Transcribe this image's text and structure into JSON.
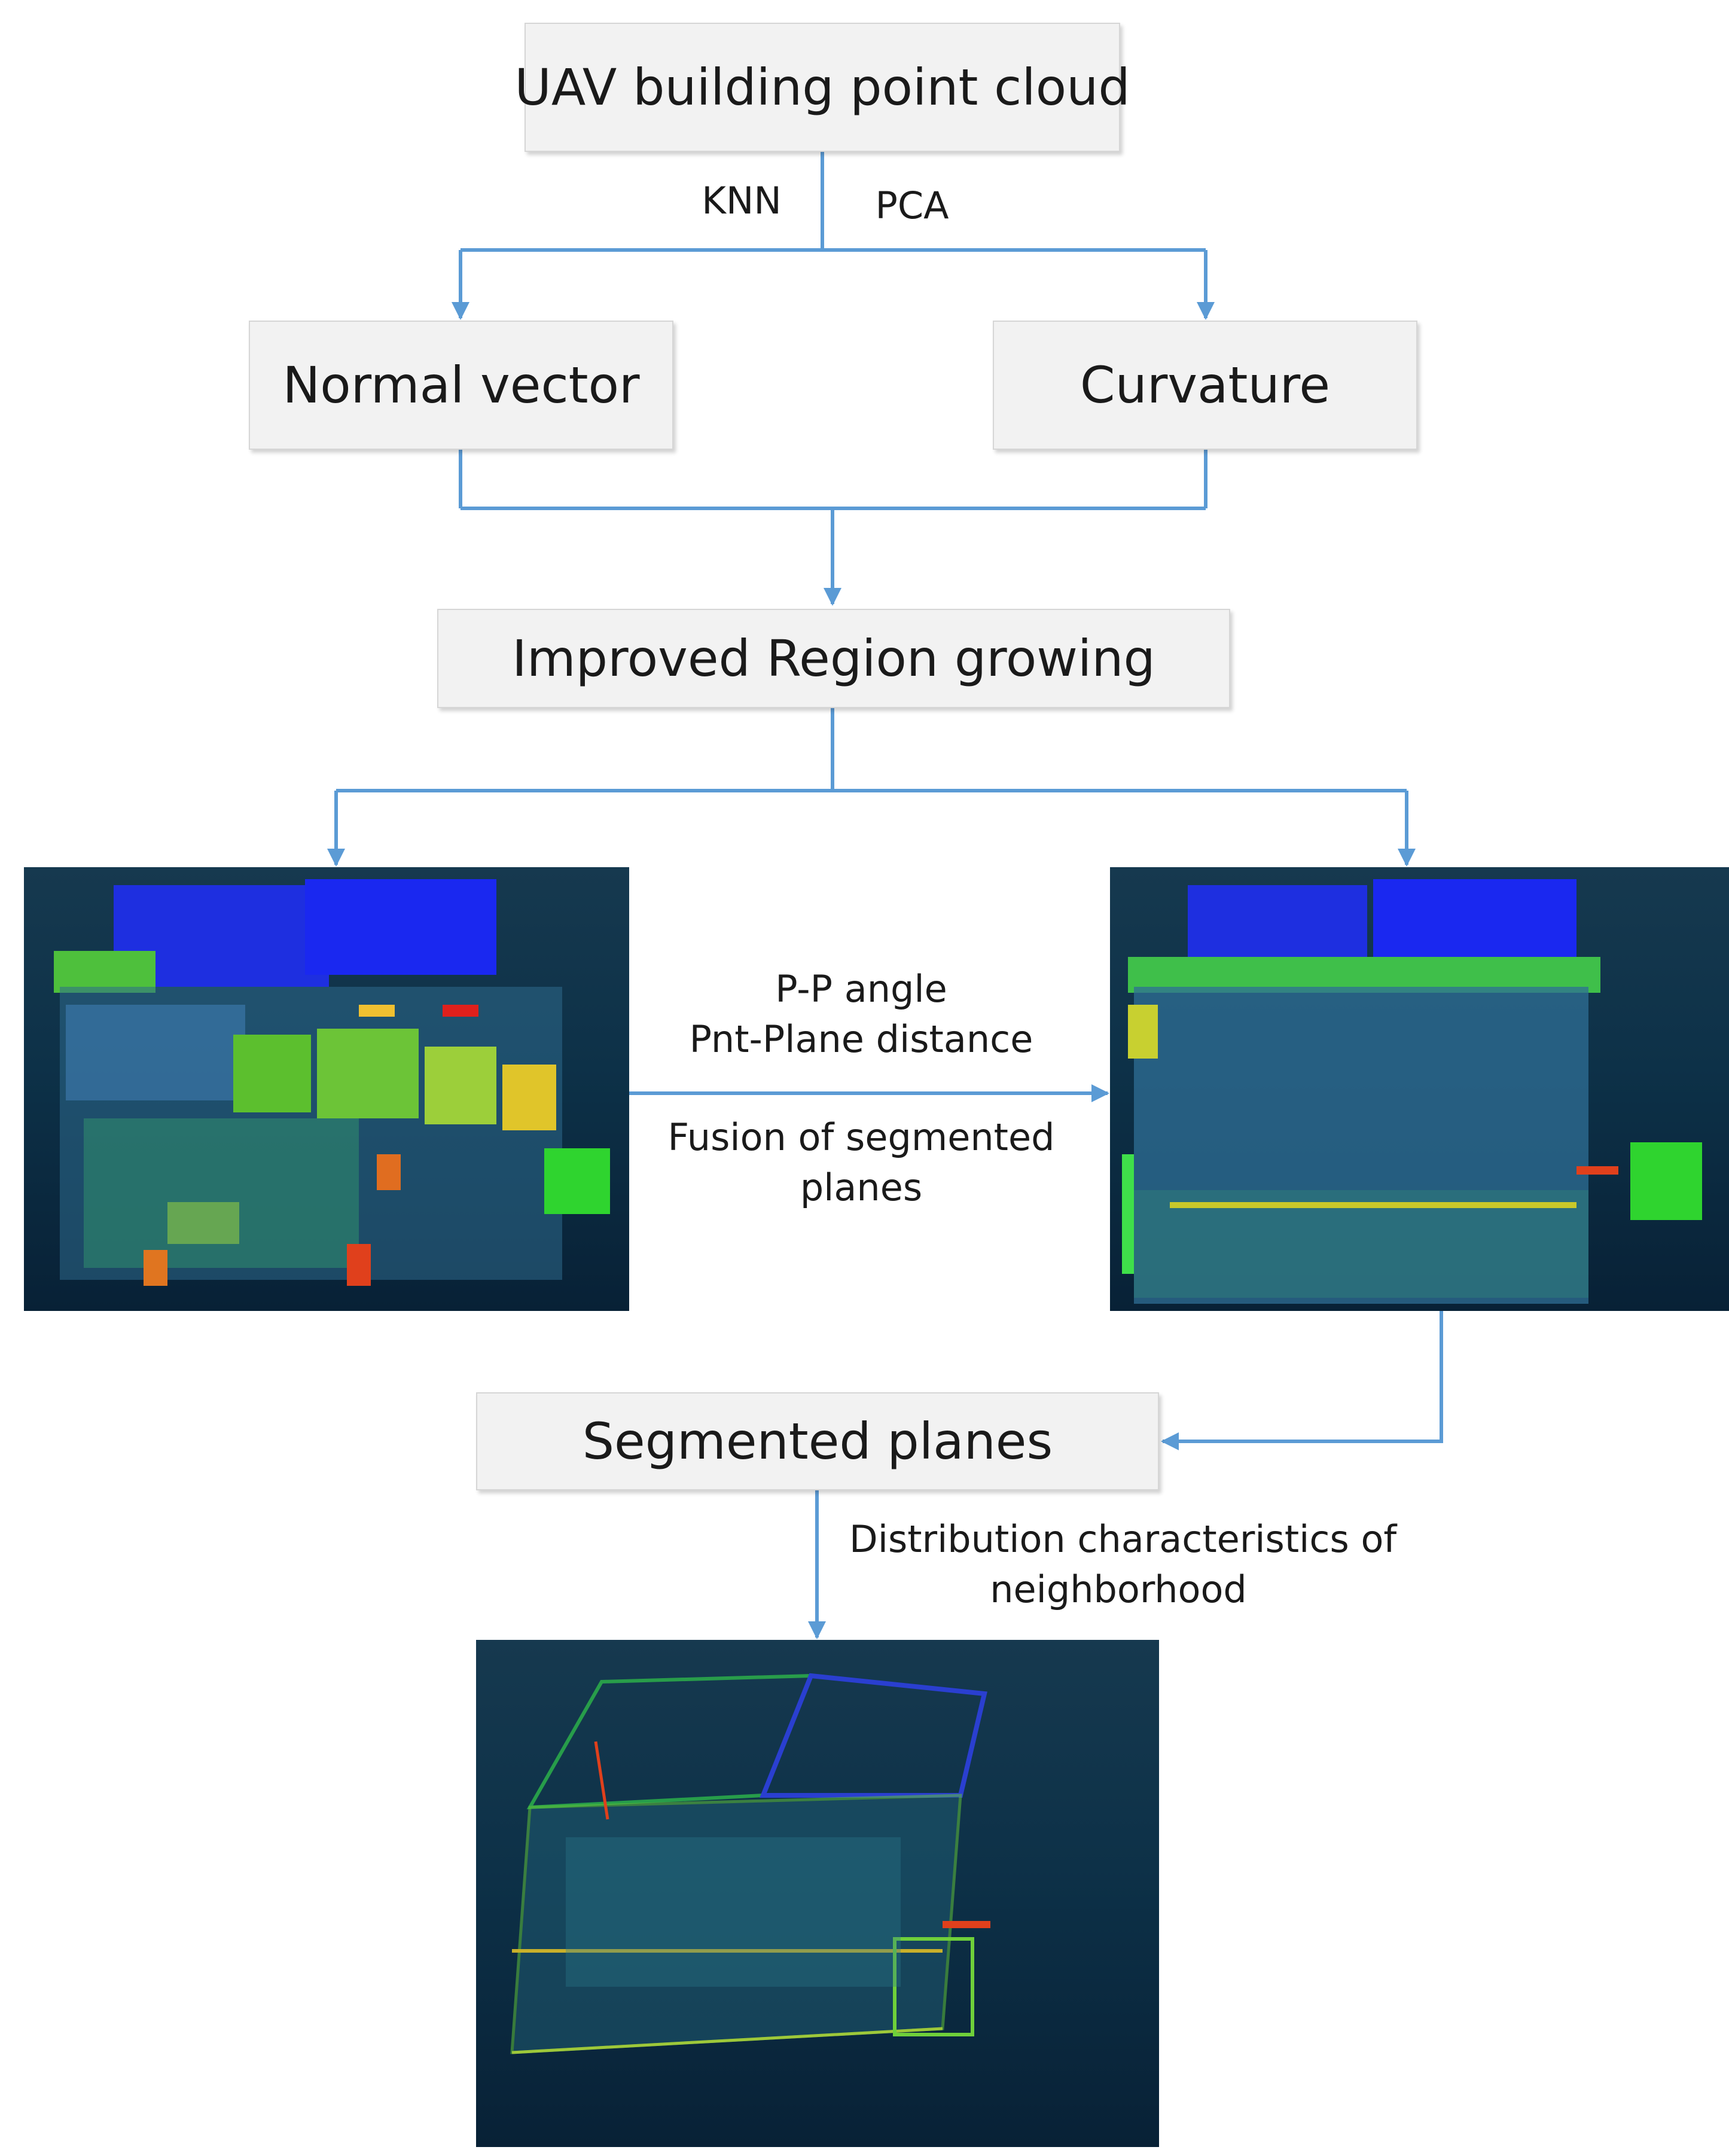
{
  "nodes": {
    "uav": "UAV building point cloud",
    "normal": "Normal vector",
    "curvature": "Curvature",
    "region": "Improved Region growing",
    "segmented": "Segmented planes"
  },
  "edge_labels": {
    "knn": "KNN",
    "pca": "PCA",
    "pp_angle": "P-P angle",
    "pnt_plane": "Pnt-Plane distance",
    "fusion_line1": "Fusion of segmented",
    "fusion_line2": "planes",
    "dist_line1": "Distribution characteristics of",
    "dist_line2": "neighborhood"
  },
  "colors": {
    "arrow": "#5b9bd5",
    "box_fill": "#f2f2f2",
    "panel_bg": "#0d3148"
  },
  "panels": {
    "left": "point-cloud-region-growing-result",
    "right": "point-cloud-fused-planes-result",
    "bottom": "point-cloud-final-segmentation"
  }
}
